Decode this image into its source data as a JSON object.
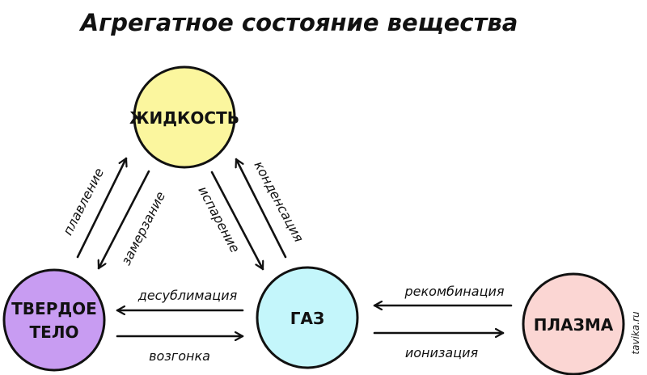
{
  "title": "Агрегатное состояние вещества",
  "colors": {
    "liquid": "#fbf69e",
    "solid": "#c89cf2",
    "gas": "#c4f6fb",
    "plasma": "#fbd6d3",
    "stroke": "#111111"
  },
  "states": {
    "liquid": {
      "label": "ЖИДКОСТЬ"
    },
    "solid": {
      "label_line1": "ТВЕРДОЕ",
      "label_line2": "ТЕЛО"
    },
    "gas": {
      "label": "ГАЗ"
    },
    "plasma": {
      "label": "ПЛАЗМА"
    }
  },
  "transitions": {
    "melting": "плавление",
    "freezing": "замерзание",
    "evaporation": "испарение",
    "condensation": "конденсация",
    "deposition": "десублимация",
    "sublimation": "возгонка",
    "recombination": "рекомбинация",
    "ionization": "ионизация"
  },
  "watermark": "tavika.ru"
}
